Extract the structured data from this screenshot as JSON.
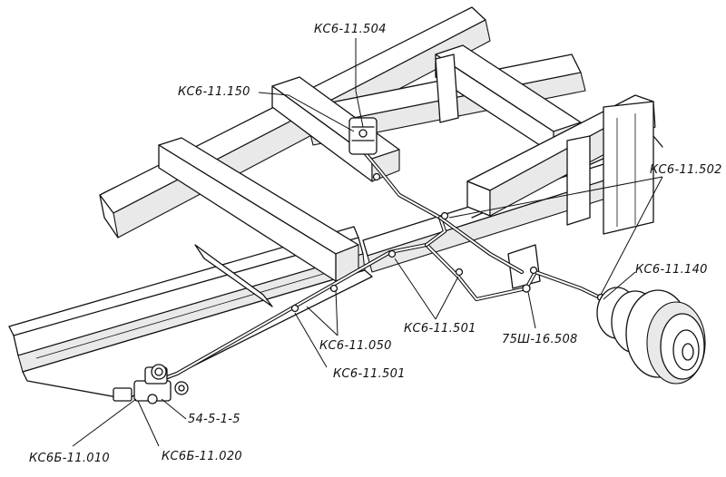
{
  "labels": {
    "ksb_11_504": "КС6-11.504",
    "ksb_11_150": "КС6-11.150",
    "ksb_11_502": "КС6-11.502",
    "ksb_11_140": "КС6-11.140",
    "ksb_11_501_mid": "КС6-11.501",
    "tsh_16_508": "75Ш-16.508",
    "ksb_11_050": "КС6-11.050",
    "ksb_11_501_low": "КС6-11.501",
    "part_54_5_1_5": "54-5-1-5",
    "ksbb_11_010": "КС6Б-11.010",
    "ksbb_11_020": "КС6Б-11.020"
  }
}
